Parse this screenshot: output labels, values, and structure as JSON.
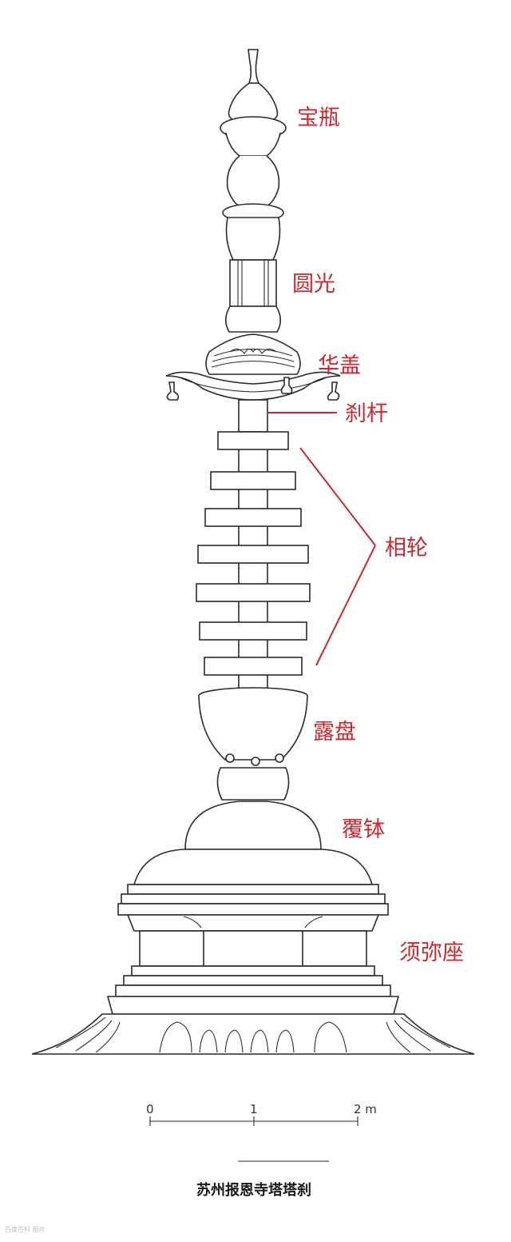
{
  "diagram": {
    "caption": "苏州报恩寺塔塔刹",
    "labels": {
      "baoping": "宝瓶",
      "yuanguang": "圆光",
      "huagai": "华盖",
      "chagan": "刹杆",
      "xianglun": "相轮",
      "lupan": "露盘",
      "fubo": "覆钵",
      "xumizuo": "须弥座"
    },
    "scale": {
      "tick0": "0",
      "tick1": "1",
      "tick2": "2 m"
    },
    "watermark": "百度百科 图片"
  }
}
